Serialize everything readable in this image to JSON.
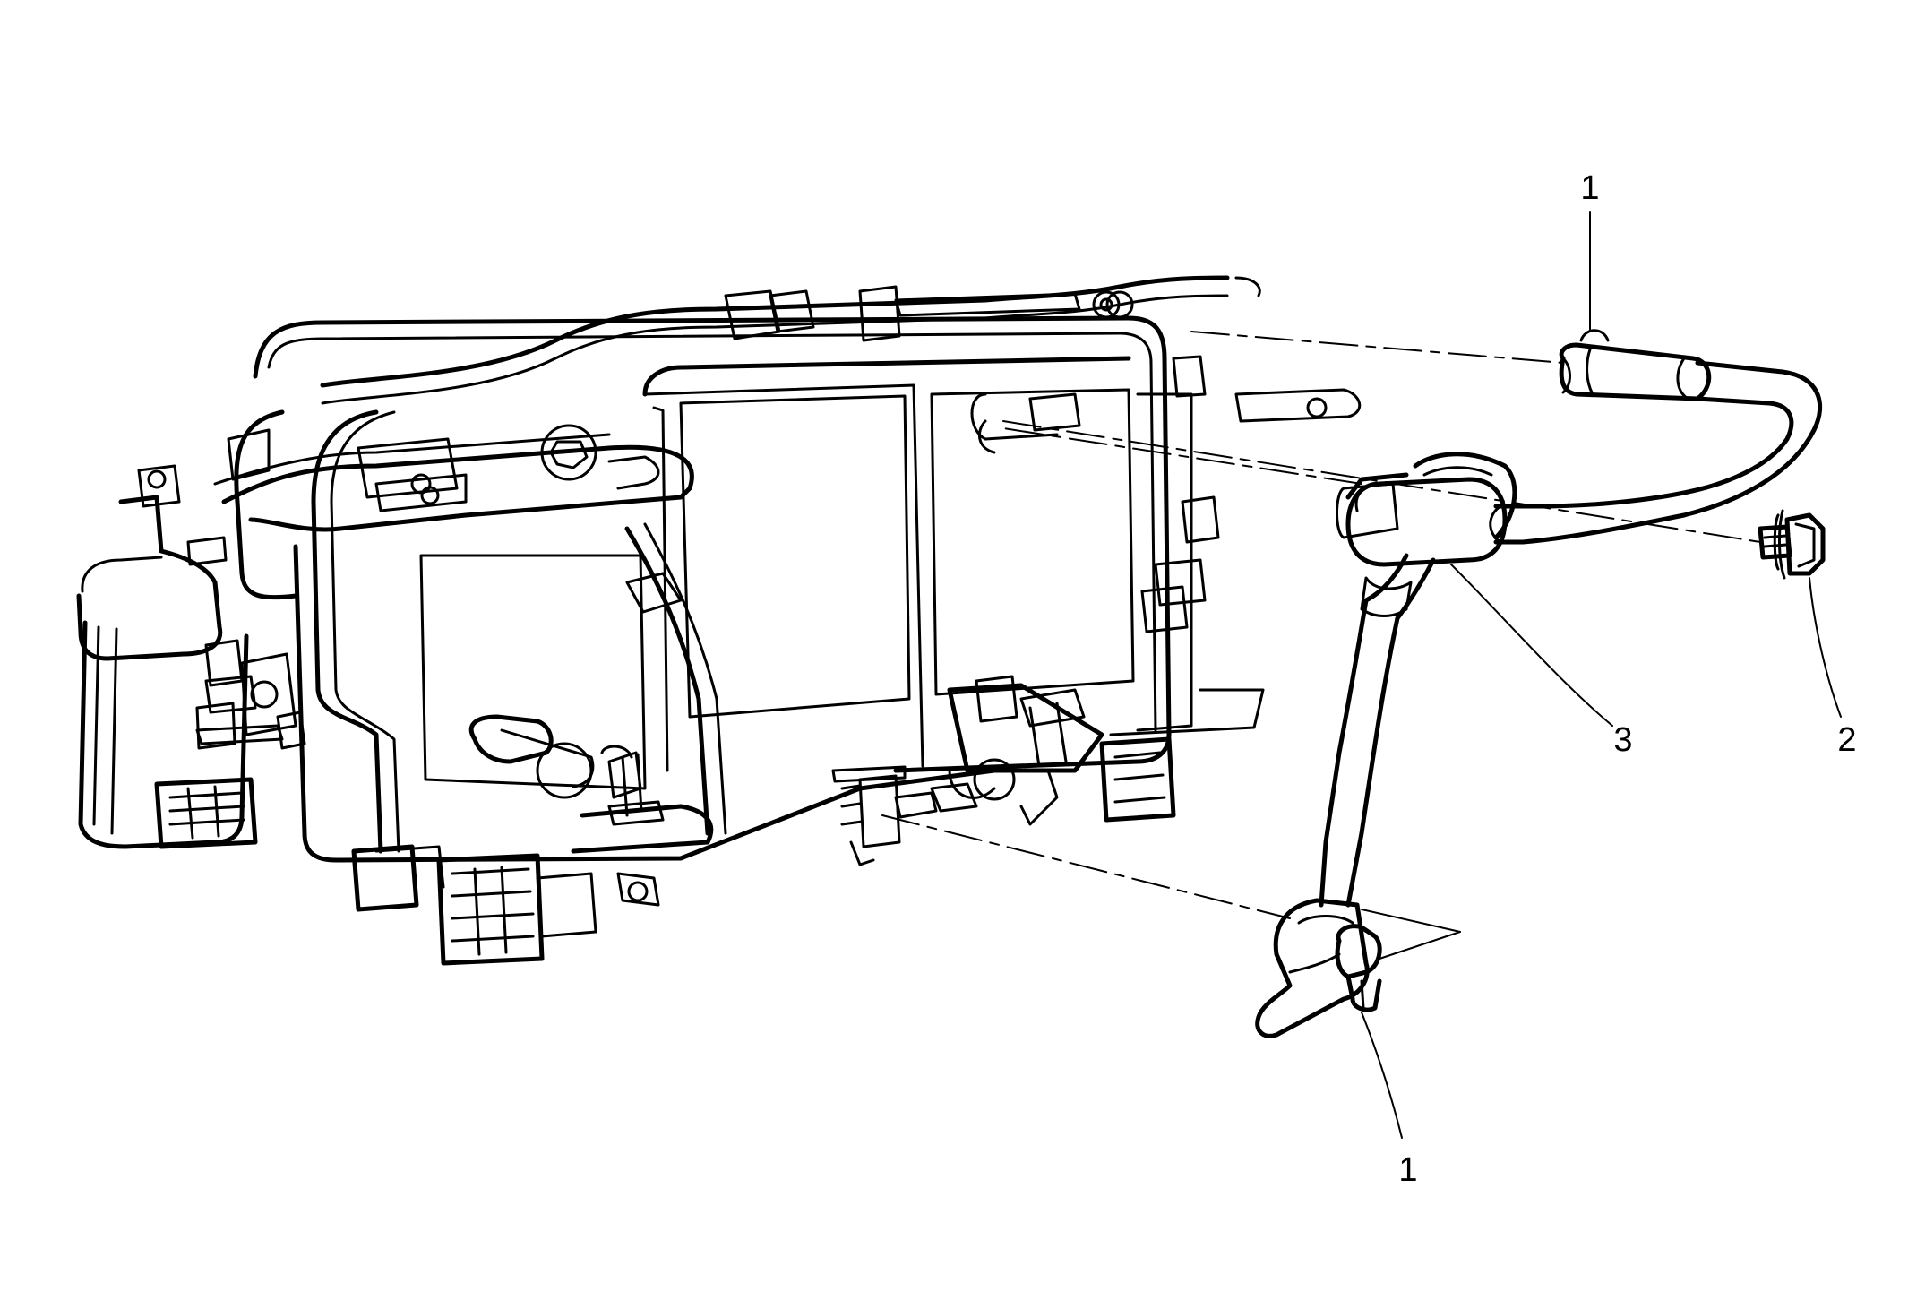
{
  "callouts": [
    {
      "id": "1a",
      "label": "1"
    },
    {
      "id": "2",
      "label": "2"
    },
    {
      "id": "3",
      "label": "3"
    },
    {
      "id": "1b",
      "label": "1"
    }
  ]
}
